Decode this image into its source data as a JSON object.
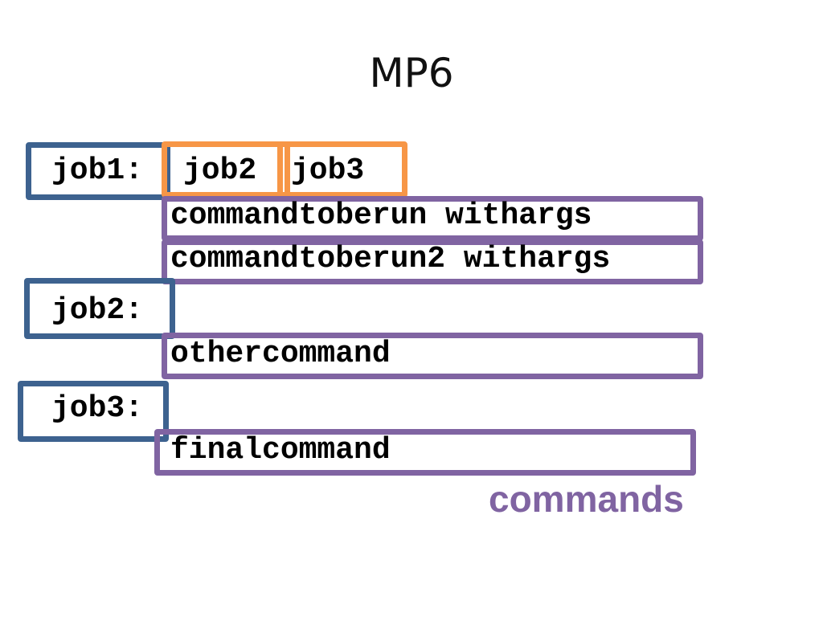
{
  "title": "MP6",
  "rules": [
    {
      "target": "job1:",
      "dependencies": [
        "job2",
        "job3"
      ],
      "commands": [
        "commandtoberun withargs",
        "commandtoberun2 withargs"
      ]
    },
    {
      "target": "job2:",
      "dependencies": [],
      "commands": [
        "othercommand"
      ]
    },
    {
      "target": "job3:",
      "dependencies": [],
      "commands": [
        "finalcommand"
      ]
    }
  ],
  "legend": {
    "commands_label": "commands"
  },
  "colors": {
    "target_box": "#3d628f",
    "dependency_box": "#f79646",
    "command_box": "#8064a2",
    "legend_text": "#8064a2"
  }
}
